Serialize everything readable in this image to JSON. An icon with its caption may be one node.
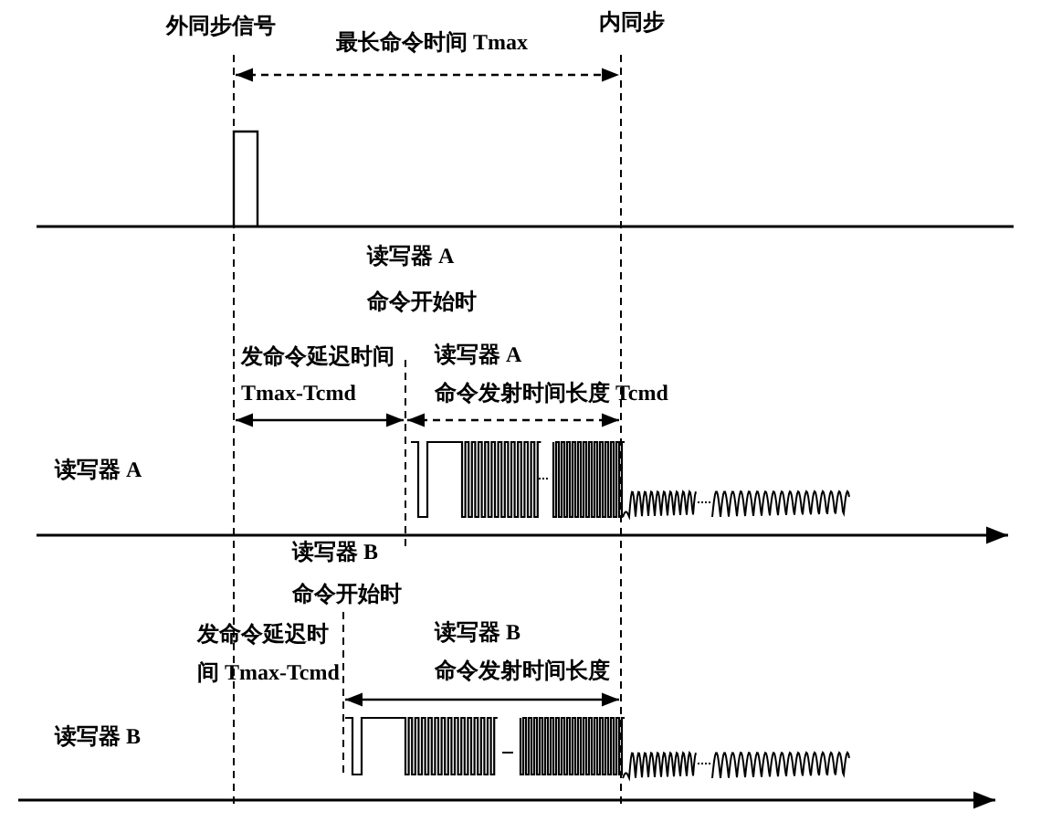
{
  "diagram": {
    "labels": [
      "外同步信号",
      "最长命令时间 Tmax",
      "内同步",
      "读写器 A",
      "命令开始时",
      "发命令延迟时间",
      "读写器 A",
      "Tmax-Tcmd",
      "命令发射时间长度 Tcmd",
      "读写器 A",
      "读写器 B",
      "命令开始时",
      "发命令延迟时间 Tmax-Tcmd",
      "读写器 B",
      "命令发射时间长度",
      "读写器 B"
    ]
  }
}
